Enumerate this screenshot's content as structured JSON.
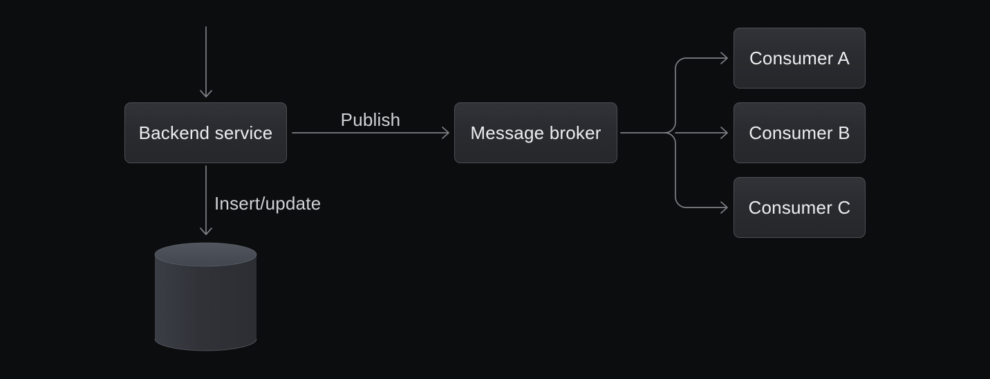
{
  "diagram": {
    "title": "Message broker fan-out architecture diagram",
    "nodes": {
      "backend": {
        "label": "Backend service"
      },
      "broker": {
        "label": "Message broker"
      },
      "consumer_a": {
        "label": "Consumer A"
      },
      "consumer_b": {
        "label": "Consumer B"
      },
      "consumer_c": {
        "label": "Consumer C"
      }
    },
    "edge_labels": {
      "publish": "Publish",
      "insert_update": "Insert/update"
    },
    "icons": {
      "database": "database-cylinder-icon",
      "arrowheads": "chevron-arrowhead-icon"
    },
    "colors": {
      "background": "#0c0d0e",
      "node_fill": "#26272b",
      "node_border": "#4d4f54",
      "node_text": "#eceef0",
      "label_text": "#cfd2d6",
      "line_color": "#7d8085",
      "db_top_fill": "#4b5058",
      "db_body_fill": "#31343a"
    }
  }
}
